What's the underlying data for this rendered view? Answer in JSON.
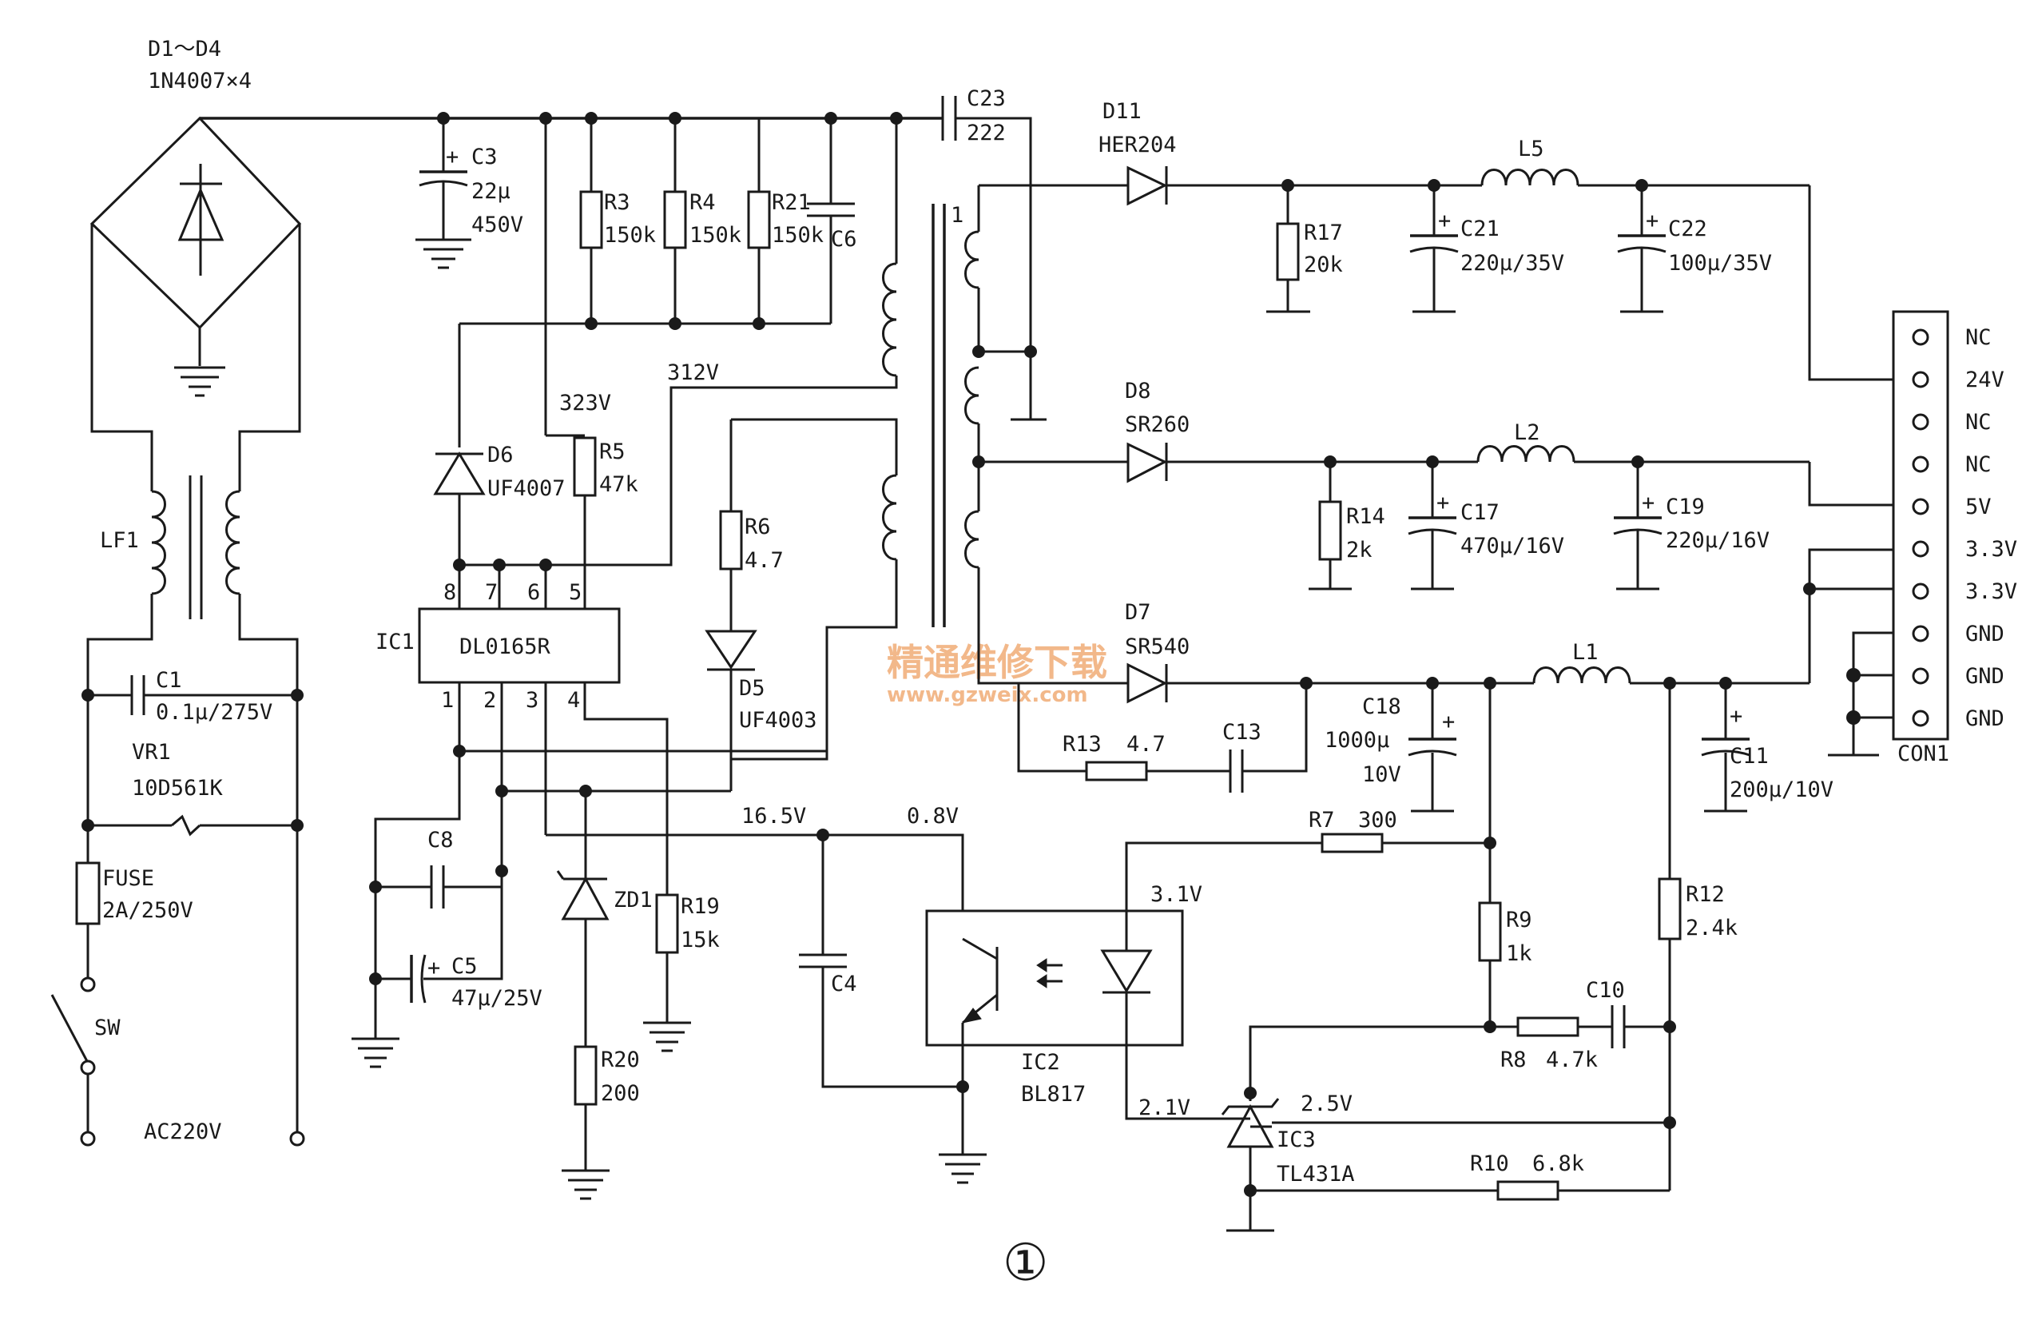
{
  "figure_number": "①",
  "watermark": {
    "text_cn": "精通维修下载",
    "url": "www.gzweix.com"
  },
  "input": {
    "bridge_label": "D1～D4",
    "bridge_part": "1N4007×4",
    "filter_label": "LF1",
    "c1_label": "C1",
    "c1_value": "0.1μ/275V",
    "vr1_label": "VR1",
    "vr1_value": "10D561K",
    "fuse_label": "FUSE",
    "fuse_value": "2A/250V",
    "switch_label": "SW",
    "ac_label": "AC220V"
  },
  "primary": {
    "c3_label": "C3",
    "c3_value1": "22μ",
    "c3_value2": "450V",
    "r3_label": "R3",
    "r3_value": "150k",
    "r4_label": "R4",
    "r4_value": "150k",
    "r21_label": "R21",
    "r21_value": "150k",
    "c6_label": "C6",
    "c23_label": "C23",
    "c23_value": "222",
    "v323": "323V",
    "v312": "312V",
    "d6_label": "D6",
    "d6_part": "UF4007",
    "r5_label": "R5",
    "r5_value": "47k",
    "r6_label": "R6",
    "r6_value": "4.7",
    "d5_label": "D5",
    "d5_part": "UF4003",
    "ic1_label": "IC1",
    "ic1_part": "DL0165R",
    "ic1_pins": [
      "1",
      "2",
      "3",
      "4",
      "5",
      "6",
      "7",
      "8"
    ],
    "c8_label": "C8",
    "c5_label": "C5",
    "c5_value": "47μ/25V",
    "zd1_label": "ZD1",
    "r19_label": "R19",
    "r19_value": "15k",
    "r20_label": "R20",
    "r20_value": "200",
    "v16_5": "16.5V",
    "v0_8": "0.8V",
    "c4_label": "C4",
    "ic2_label": "IC2",
    "ic2_part": "BL817",
    "transformer_pin1": "1"
  },
  "secondary": {
    "d11_label": "D11",
    "d11_part": "HER204",
    "l5_label": "L5",
    "r17_label": "R17",
    "r17_value": "20k",
    "c21_label": "C21",
    "c21_value": "220μ/35V",
    "c22_label": "C22",
    "c22_value": "100μ/35V",
    "d8_label": "D8",
    "d8_part": "SR260",
    "l2_label": "L2",
    "r14_label": "R14",
    "r14_value": "2k",
    "c17_label": "C17",
    "c17_value": "470μ/16V",
    "c19_label": "C19",
    "c19_value": "220μ/16V",
    "d7_label": "D7",
    "d7_part": "SR540",
    "l1_label": "L1",
    "r13_label": "R13",
    "r13_value": "4.7",
    "c13_label": "C13",
    "c18_label": "C18",
    "c18_value1": "1000μ",
    "c18_value2": "10V",
    "c11_label": "C11",
    "c11_value": "200μ/10V",
    "r7_label": "R7",
    "r7_value": "300",
    "v3_1": "3.1V",
    "v2_1": "2.1V",
    "v2_5": "2.5V",
    "r9_label": "R9",
    "r9_value": "1k",
    "r12_label": "R12",
    "r12_value": "2.4k",
    "c10_label": "C10",
    "r8_label": "R8",
    "r8_value": "4.7k",
    "ic3_label": "IC3",
    "ic3_part": "TL431A",
    "r10_label": "R10",
    "r10_value": "6.8k"
  },
  "connector": {
    "label": "CON1",
    "pins": [
      "NC",
      "24V",
      "NC",
      "NC",
      "5V",
      "3.3V",
      "3.3V",
      "GND",
      "GND",
      "GND"
    ]
  }
}
